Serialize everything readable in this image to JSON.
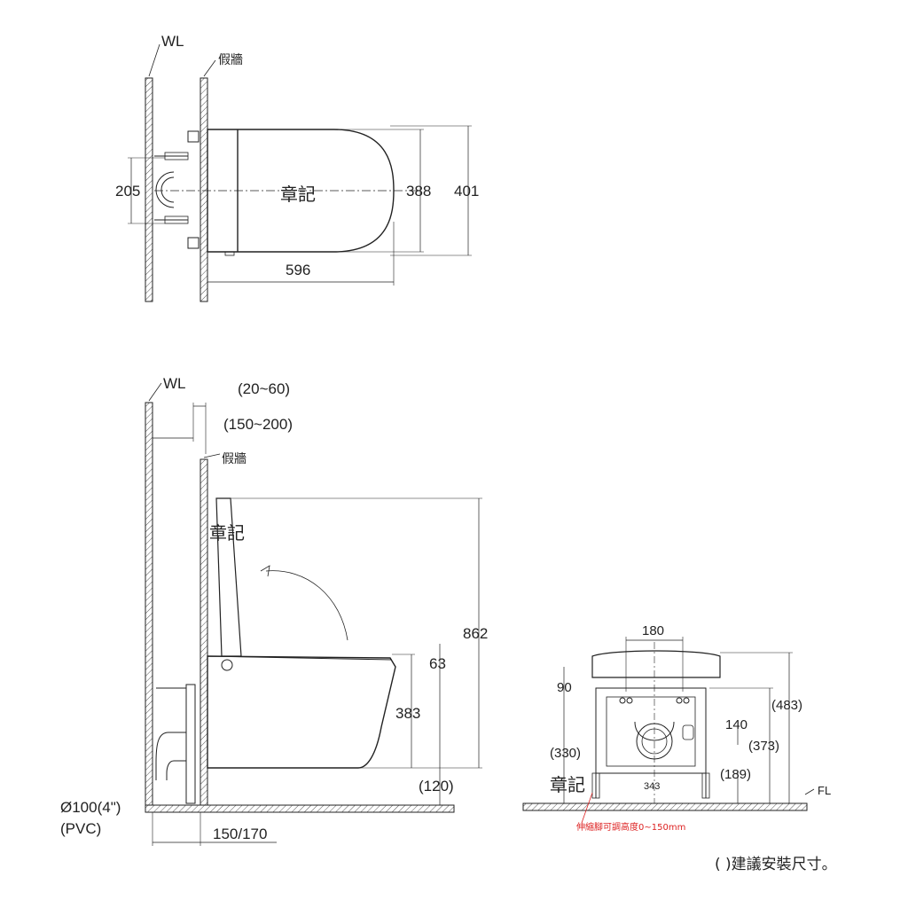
{
  "top_view": {
    "wl": "WL",
    "false_wall": "假牆",
    "brand_mark": "章記",
    "dim_205": "205",
    "dim_388": "388",
    "dim_401": "401",
    "dim_596": "596"
  },
  "side_view": {
    "wl": "WL",
    "false_wall": "假牆",
    "brand_mark": "章記",
    "dim_20_60": "(20~60)",
    "dim_150_200": "(150~200)",
    "dim_862": "862",
    "dim_63": "63",
    "dim_383": "383",
    "dim_120": "(120)",
    "pipe_label_1": "Ø100(4\")",
    "pipe_label_2": "(PVC)",
    "dim_150_170": "150/170"
  },
  "front_view": {
    "dim_180": "180",
    "dim_90": "90",
    "dim_483": "(483)",
    "dim_140": "140",
    "dim_373": "(373)",
    "dim_330": "(330)",
    "dim_189": "(189)",
    "dim_343": "343",
    "fl": "FL",
    "brand_mark": "章記",
    "adjust_note": "伸縮腳可調高度0~150mm"
  },
  "footer_note": "( )建議安裝尺寸。",
  "colors": {
    "line": "#222222",
    "note": "#dd2222",
    "hatch": "#555555"
  }
}
